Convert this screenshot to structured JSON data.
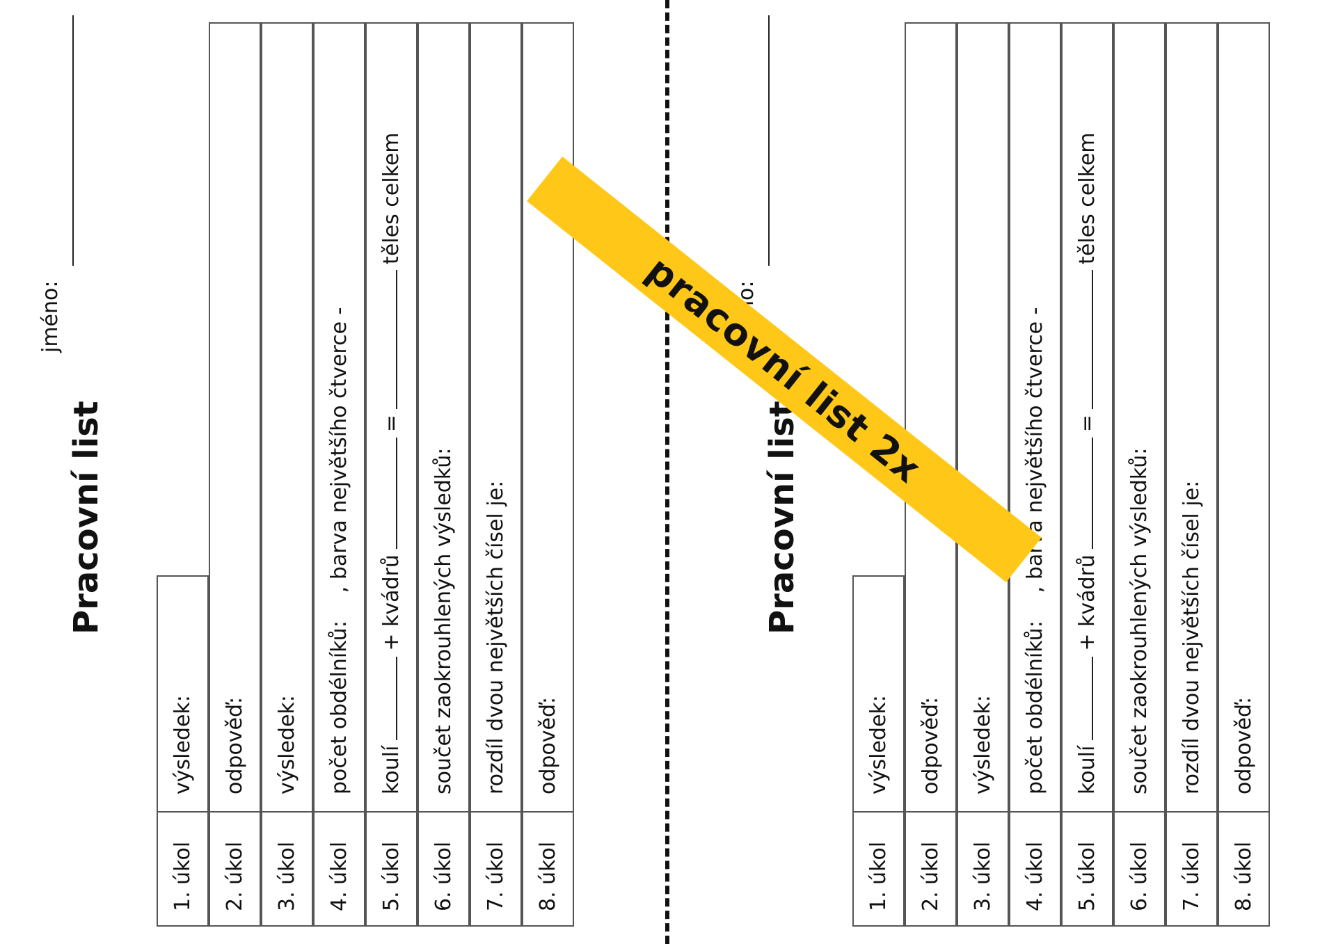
{
  "worksheet": {
    "title": "Pracovní list",
    "name_label": "jméno:",
    "tasks": [
      {
        "number": "1. úkol",
        "text": "výsledek:"
      },
      {
        "number": "2. úkol",
        "text": "odpověď:"
      },
      {
        "number": "3. úkol",
        "text": "výsledek:"
      },
      {
        "number": "4. úkol",
        "part1": "počet obdélníků:",
        "part2": ", barva největšího čtverce -"
      },
      {
        "number": "5. úkol",
        "part1": "koulí",
        "part2": "+ kvádrů",
        "part3": "=",
        "part4": "těles celkem"
      },
      {
        "number": "6. úkol",
        "text": "součet zaokrouhlených výsledků:"
      },
      {
        "number": "7. úkol",
        "text": "rozdíl dvou největších čísel je:"
      },
      {
        "number": "8. úkol",
        "text": "odpověď:"
      }
    ]
  },
  "banner": {
    "text": "pracovní list 2x",
    "color": "#ffc818"
  },
  "divider": {
    "style": "dashed"
  }
}
